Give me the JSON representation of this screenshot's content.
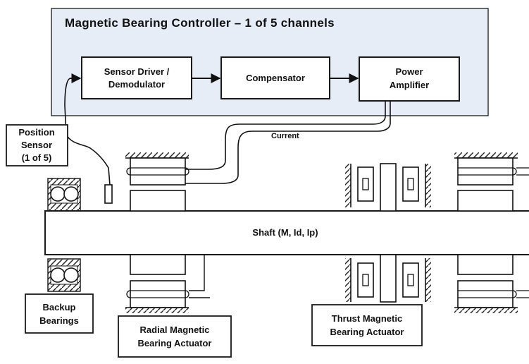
{
  "controller": {
    "title": "Magnetic Bearing Controller – 1 of 5 channels",
    "sensor_driver": [
      "Sensor Driver /",
      "Demodulator"
    ],
    "compensator": "Compensator",
    "power_amplifier": [
      "Power",
      "Amplifier"
    ]
  },
  "current_label": "Current",
  "position_sensor": [
    "Position",
    "Sensor",
    "(1 of 5)"
  ],
  "shaft_label": "Shaft (M, Id, Ip)",
  "backup_bearings": [
    "Backup",
    "Bearings"
  ],
  "radial_actuator": [
    "Radial Magnetic",
    "Bearing Actuator"
  ],
  "thrust_actuator": [
    "Thrust Magnetic",
    "Bearing Actuator"
  ],
  "colors": {
    "controller_bg": "#e6edf6",
    "stroke": "#1a1a1a"
  }
}
